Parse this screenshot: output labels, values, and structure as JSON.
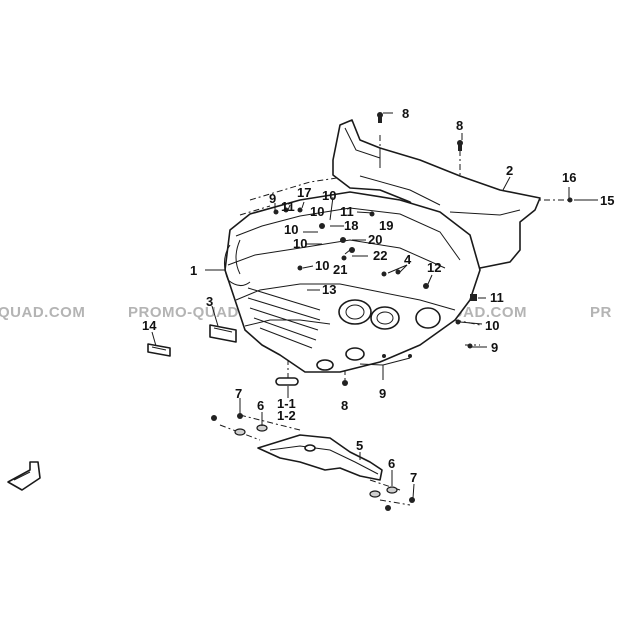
{
  "watermark": {
    "left": "QUAD.COM",
    "center": "PROMO-QUAD.COM",
    "right_partial": "PROMO-QUAD.COM",
    "edge": "PR"
  },
  "callouts": {
    "c1": "1",
    "c2": "2",
    "c3": "3",
    "c4": "4",
    "c5": "5",
    "c6a": "6",
    "c6b": "6",
    "c7a": "7",
    "c7b": "7",
    "c8a": "8",
    "c8b": "8",
    "c8c": "8",
    "c9a": "9",
    "c9b": "9",
    "c9c": "9",
    "c10a": "10",
    "c10b": "10",
    "c10c": "10",
    "c10d": "10",
    "c10e": "10",
    "c10f": "10",
    "c11a": "11",
    "c11b": "11",
    "c11c": "11",
    "c12": "12",
    "c13": "13",
    "c14": "14",
    "c15": "15",
    "c16": "16",
    "c17": "17",
    "c18": "18",
    "c19": "19",
    "c20": "20",
    "c21": "21",
    "c22": "22",
    "c1_1": "1-1",
    "c1_2": "1-2"
  }
}
